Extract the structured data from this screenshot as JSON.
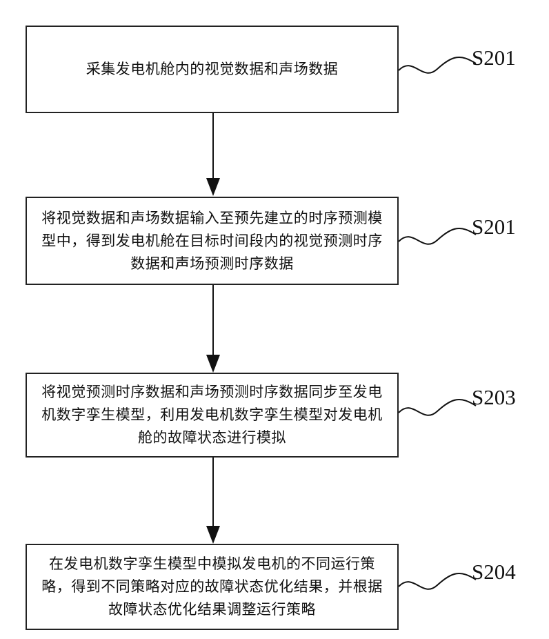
{
  "steps": [
    {
      "text": "采集发电机舱内的视觉数据和声场数据",
      "label": "S201"
    },
    {
      "text": "将视觉数据和声场数据输入至预先建立的时序预测模型中，得到发电机舱在目标时间段内的视觉预测时序数据和声场预测时序数据",
      "label": "S201"
    },
    {
      "text": "将视觉预测时序数据和声场预测时序数据同步至发电机数字孪生模型，利用发电机数字孪生模型对发电机舱的故障状态进行模拟",
      "label": "S203"
    },
    {
      "text": "在发电机数字孪生模型中模拟发电机的不同运行策略，得到不同策略对应的故障状态优化结果，并根据故障状态优化结果调整运行策略",
      "label": "S204"
    }
  ]
}
